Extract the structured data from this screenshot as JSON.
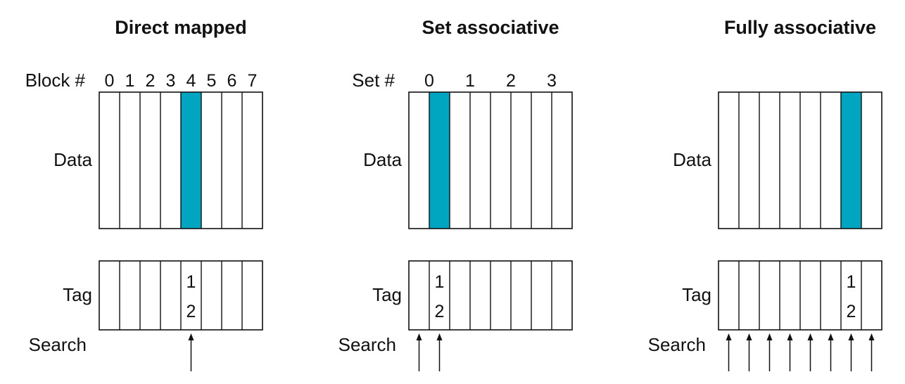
{
  "diagrams": [
    {
      "title": "Direct mapped",
      "index_label": "Block #",
      "index_numbers": [
        "0",
        "1",
        "2",
        "3",
        "4",
        "5",
        "6",
        "7"
      ],
      "data_label": "Data",
      "tag_label": "Tag",
      "search_label": "Search",
      "highlight_column": 4,
      "tag_value": [
        "1",
        "2"
      ],
      "search_columns": [
        4
      ]
    },
    {
      "title": "Set associative",
      "index_label": "Set #",
      "index_numbers": [
        "0",
        "1",
        "2",
        "3"
      ],
      "data_label": "Data",
      "tag_label": "Tag",
      "search_label": "Search",
      "highlight_column": 1,
      "tag_value": [
        "1",
        "2"
      ],
      "search_columns": [
        0,
        1
      ]
    },
    {
      "title": "Fully associative",
      "index_label": "",
      "index_numbers": [],
      "data_label": "Data",
      "tag_label": "Tag",
      "search_label": "Search",
      "highlight_column": 6,
      "tag_value": [
        "1",
        "2"
      ],
      "search_columns": [
        0,
        1,
        2,
        3,
        4,
        5,
        6,
        7
      ]
    }
  ],
  "colors": {
    "highlight": "#00a5c2",
    "line": "#111111",
    "background": "#ffffff"
  }
}
